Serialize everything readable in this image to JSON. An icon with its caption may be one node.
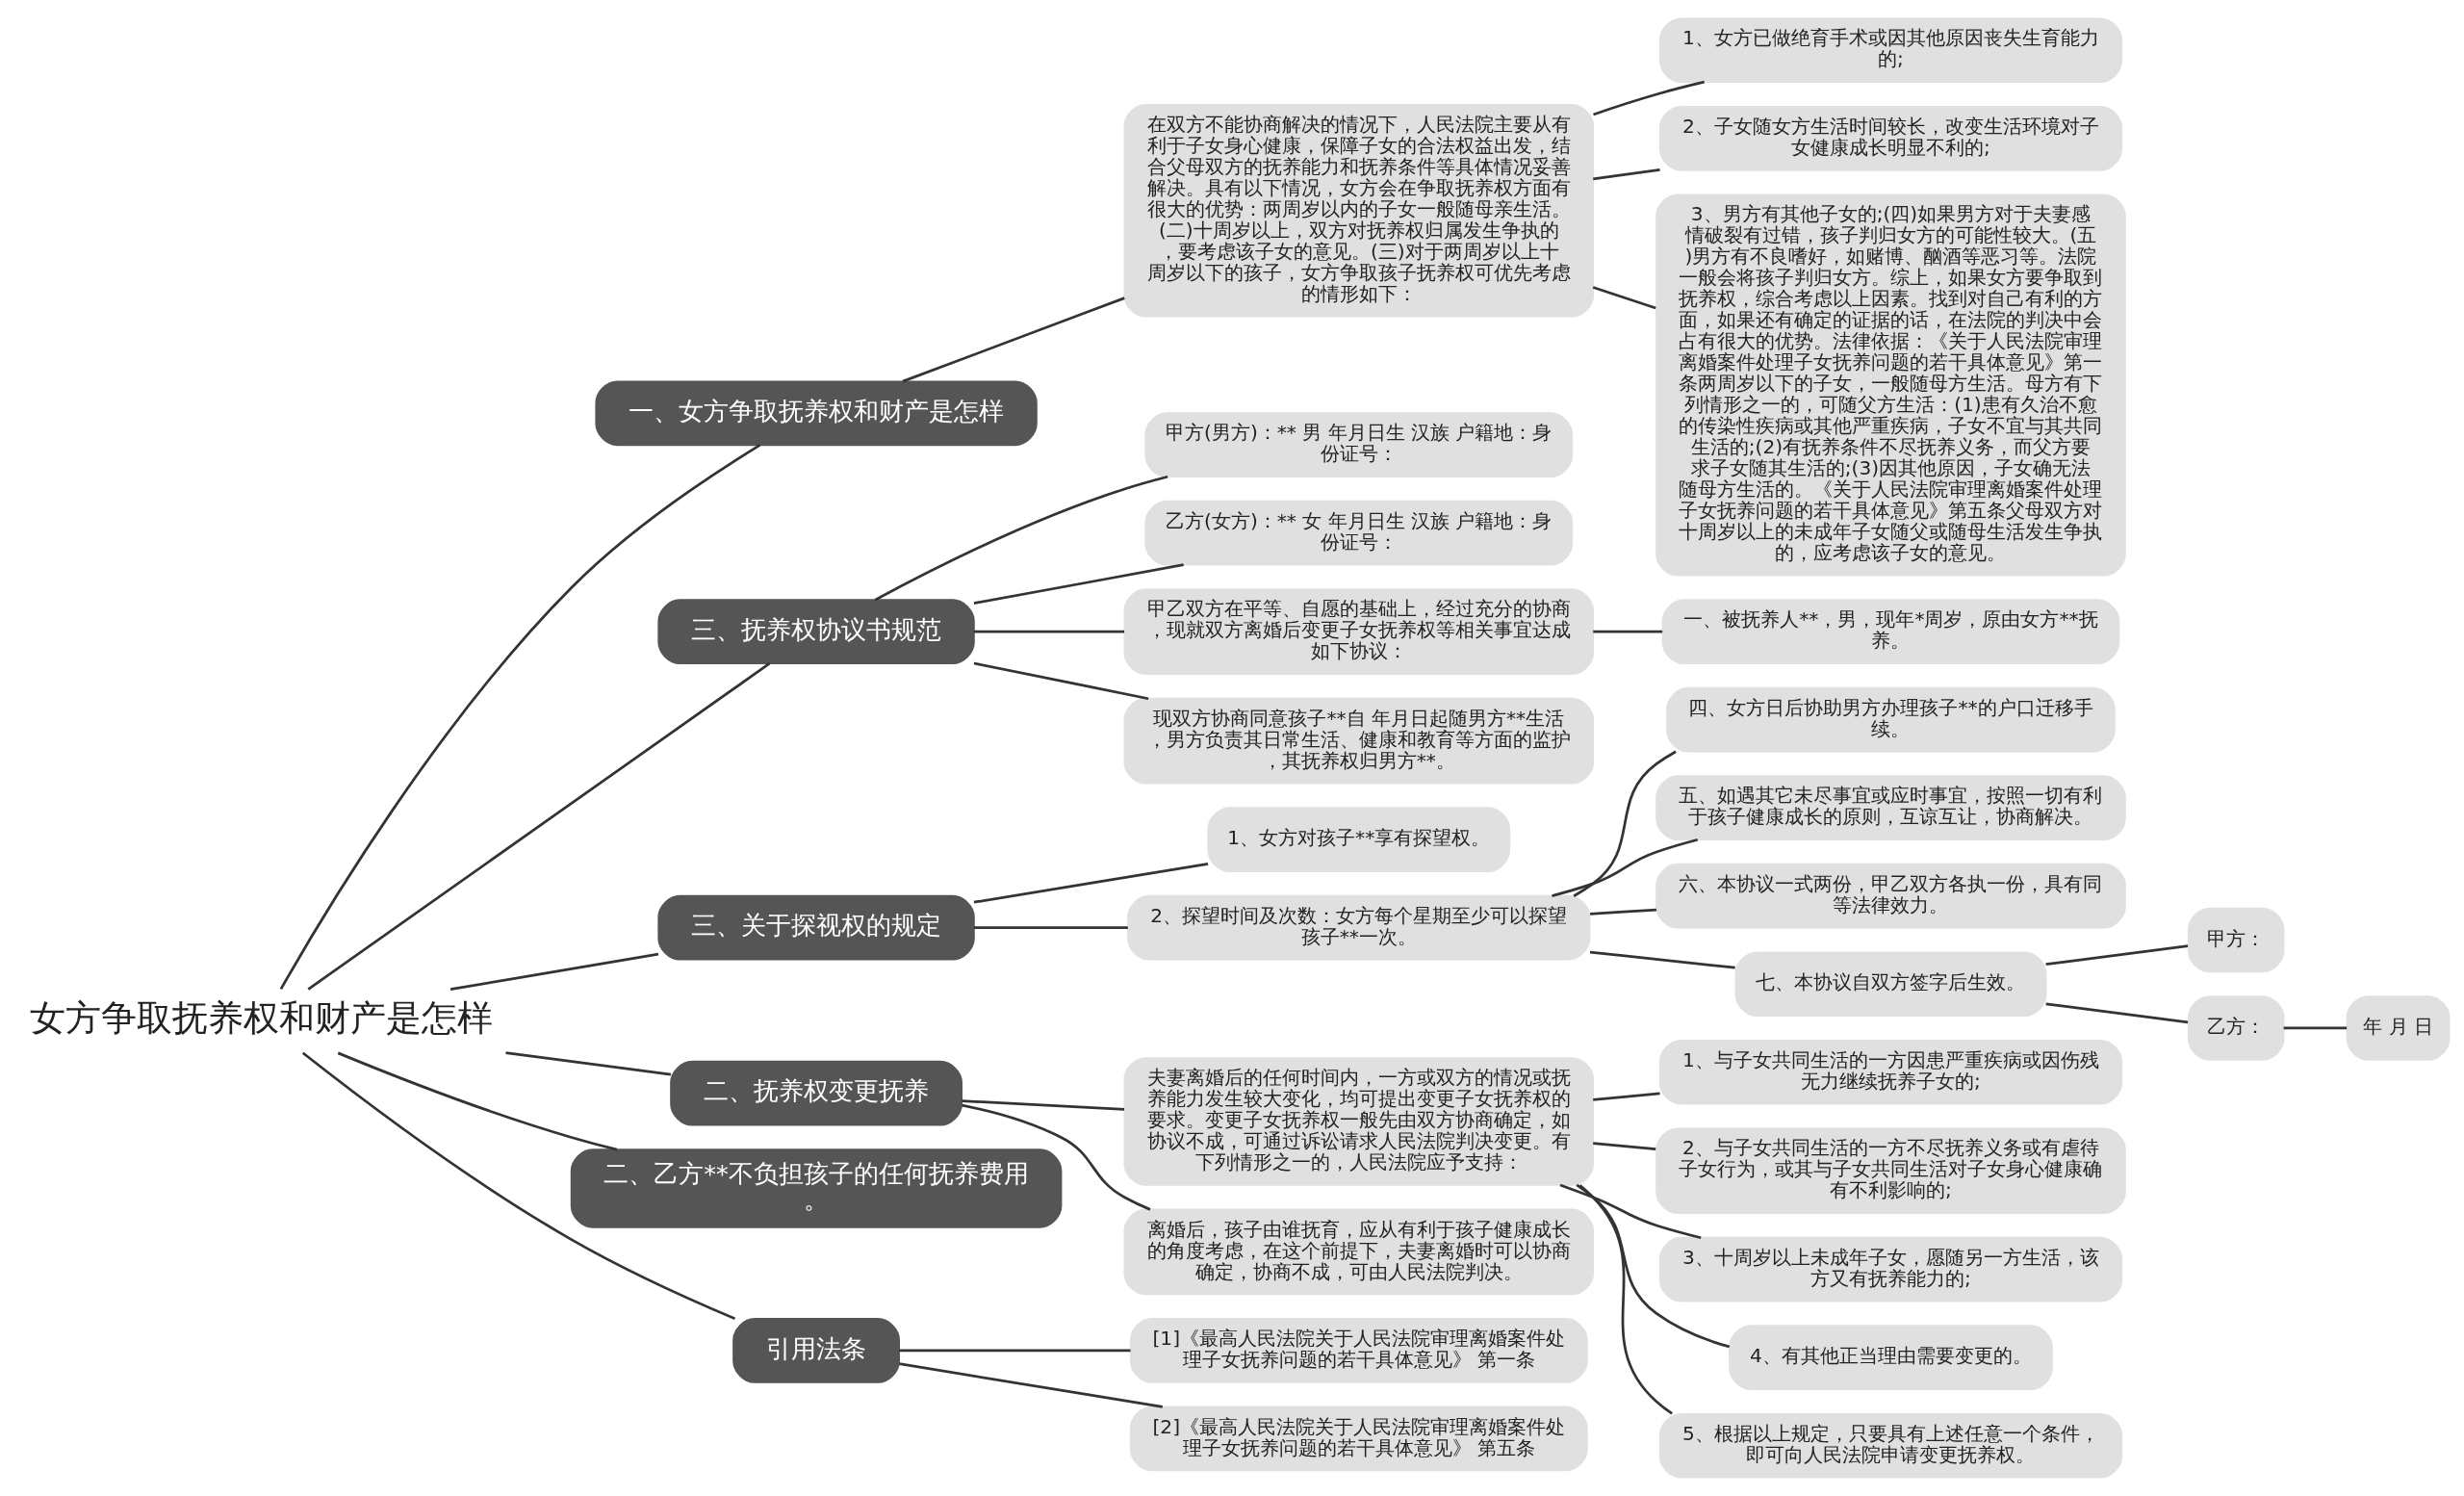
{
  "diagram": {
    "nodes": [
      {
        "text": [
          "女方争取抚养权和财产是怎样"
        ]
      },
      {
        "text": [
          "一、女方争取抚养权和财产是怎样"
        ]
      },
      {
        "text": [
          "在双方不能协商解决的情况下，人民法院主要从有利于子女身心健康，保障子女的合法权益出发，结合父母双方的抚养能力和抚养条件等具体情况妥善解决。具有以下情况，女方会在争取抚养权方面有很大的优势：两周岁以内的子女一般随母亲生活。(二)十周岁以上，双方对抚养权归属发生争执的，要考虑该子女的意见。(三)对于两周岁以上十周岁以下的孩子，女方争取孩子抚养权可优先考虑的情形如下："
        ]
      },
      {
        "text": [
          "1、女方已做绝育手术或因其他原因丧失生育能力的;"
        ]
      },
      {
        "text": [
          "2、子女随女方生活时间较长，改变生活环境对子女健康成长明显不利的;"
        ]
      },
      {
        "text": [
          "3、男方有其他子女的;(四)如果男方对于夫妻感情破裂有过错，孩子判归女方的可能性较大。(五)男方有不良嗜好，如赌博、酗酒等恶习等。法院一般会将孩子判归女方。综上，如果女方要争取到抚养权，综合考虑以上因素。找到对自己有利的方面，如果还有确定的证据的话，在法院的判决中会占有很大的优势。法律依据：《关于人民法院审理离婚案件处理子女抚养问题的若干具体意见》第一条两周岁以下的子女，一般随母方生活。母方有下列情形之一的，可随父方生活：(1)患有久治不愈的传染性疾病或其他严重疾病，子女不宜与其共同生活的;(2)有抚养条件不尽抚养义务，而父方要求子女随其生活的;(3)因其他原因，子女确无法随母方生活的。《关于人民法院审理离婚案件处理子女抚养问题的若干具体意见》第五条父母双方对十周岁以上的未成年子女随父或随母生活发生争执的，应考虑该子女的意见。"
        ]
      },
      {
        "text": [
          "三、抚养权协议书规范"
        ]
      },
      {
        "text": [
          "甲方(男方)：** 男 年月日生 汉族 户籍地：身份证号："
        ]
      },
      {
        "text": [
          "乙方(女方)：** 女 年月日生 汉族 户籍地：身份证号："
        ]
      },
      {
        "text": [
          "甲乙双方在平等、自愿的基础上，经过充分的协商，现就双方离婚后变更子女抚养权等相关事宜达成如下协议："
        ]
      },
      {
        "text": [
          "一、被抚养人**，男，现年*周岁，原由女方**抚养。"
        ]
      },
      {
        "text": [
          "现双方协商同意孩子**自 年月日起随男方**生活，男方负责其日常生活、健康和教育等方面的监护，其抚养权归男方**。"
        ]
      },
      {
        "text": [
          "三、关于探视权的规定"
        ]
      },
      {
        "text": [
          "1、女方对孩子**享有探望权。"
        ]
      },
      {
        "text": [
          "2、探望时间及次数：女方每个星期至少可以探望孩子**一次。"
        ]
      },
      {
        "text": [
          "四、女方日后协助男方办理孩子**的户口迁移手续。"
        ]
      },
      {
        "text": [
          "五、如遇其它未尽事宜或应时事宜，按照一切有利于孩子健康成长的原则，互谅互让，协商解决。"
        ]
      },
      {
        "text": [
          "六、本协议一式两份，甲乙双方各执一份，具有同等法律效力。"
        ]
      },
      {
        "text": [
          "七、本协议自双方签字后生效。"
        ]
      },
      {
        "text": [
          "甲方："
        ]
      },
      {
        "text": [
          "乙方："
        ]
      },
      {
        "text": [
          "年 月 日"
        ]
      },
      {
        "text": [
          "二、抚养权变更抚养"
        ]
      },
      {
        "text": [
          "夫妻离婚后的任何时间内，一方或双方的情况或抚养能力发生较大变化，均可提出变更子女抚养权的要求。变更子女抚养权一般先由双方协商确定，如协议不成，可通过诉讼请求人民法院判决变更。有下列情形之一的，人民法院应予支持："
        ]
      },
      {
        "text": [
          "1、与子女共同生活的一方因患严重疾病或因伤残无力继续抚养子女的;"
        ]
      },
      {
        "text": [
          "2、与子女共同生活的一方不尽抚养义务或有虐待子女行为，或其与子女共同生活对子女身心健康确有不利影响的;"
        ]
      },
      {
        "text": [
          "3、十周岁以上未成年子女，愿随另一方生活，该方又有抚养能力的;"
        ]
      },
      {
        "text": [
          "4、有其他正当理由需要变更的。"
        ]
      },
      {
        "text": [
          "5、根据以上规定，只要具有上述任意一个条件，即可向人民法院申请变更抚养权。"
        ]
      },
      {
        "text": [
          "离婚后，孩子由谁抚育，应从有利于孩子健康成长的角度考虑，在这个前提下，夫妻离婚时可以协商确定，协商不成，可由人民法院判决。"
        ]
      },
      {
        "text": [
          "二、乙方**不负担孩子的任何抚养费用。"
        ]
      },
      {
        "text": [
          "引用法条"
        ]
      },
      {
        "text": [
          "[1]《最高人民法院关于人民法院审理离婚案件处理子女抚养问题的若干具体意见》 第一条"
        ]
      },
      {
        "text": [
          "[2]《最高人民法院关于人民法院审理离婚案件处理子女抚养问题的若干具体意见》 第五条"
        ]
      }
    ],
    "edges": [
      {
        "from": 0,
        "to": 1,
        "arrow": "none"
      },
      {
        "from": 1,
        "to": 2,
        "arrow": "none"
      },
      {
        "from": 2,
        "to": 3,
        "arrow": "none"
      },
      {
        "from": 2,
        "to": 4,
        "arrow": "none"
      },
      {
        "from": 2,
        "to": 5,
        "arrow": "none"
      },
      {
        "from": 0,
        "to": 6,
        "arrow": "none"
      },
      {
        "from": 6,
        "to": 7,
        "arrow": "none"
      },
      {
        "from": 6,
        "to": 8,
        "arrow": "none"
      },
      {
        "from": 6,
        "to": 9,
        "arrow": "none"
      },
      {
        "from": 9,
        "to": 10,
        "arrow": "none"
      },
      {
        "from": 6,
        "to": 11,
        "arrow": "none"
      },
      {
        "from": 0,
        "to": 12,
        "arrow": "none"
      },
      {
        "from": 12,
        "to": 13,
        "arrow": "none"
      },
      {
        "from": 12,
        "to": 14,
        "arrow": "none"
      },
      {
        "from": 14,
        "to": 15,
        "arrow": "none"
      },
      {
        "from": 14,
        "to": 16,
        "arrow": "none"
      },
      {
        "from": 14,
        "to": 17,
        "arrow": "none"
      },
      {
        "from": 14,
        "to": 18,
        "arrow": "none"
      },
      {
        "from": 18,
        "to": 19,
        "arrow": "none"
      },
      {
        "from": 18,
        "to": 20,
        "arrow": "none"
      },
      {
        "from": 20,
        "to": 21,
        "arrow": "none"
      },
      {
        "from": 0,
        "to": 22,
        "arrow": "none"
      },
      {
        "from": 22,
        "to": 23,
        "arrow": "none"
      },
      {
        "from": 23,
        "to": 24,
        "arrow": "none"
      },
      {
        "from": 23,
        "to": 25,
        "arrow": "none"
      },
      {
        "from": 23,
        "to": 26,
        "arrow": "none"
      },
      {
        "from": 23,
        "to": 27,
        "arrow": "none"
      },
      {
        "from": 23,
        "to": 28,
        "arrow": "none"
      },
      {
        "from": 22,
        "to": 29,
        "arrow": "none"
      },
      {
        "from": 0,
        "to": 30,
        "arrow": "none"
      },
      {
        "from": 0,
        "to": 31,
        "arrow": "none"
      },
      {
        "from": 31,
        "to": 32,
        "arrow": "none"
      },
      {
        "from": 31,
        "to": 33,
        "arrow": "none"
      }
    ]
  }
}
